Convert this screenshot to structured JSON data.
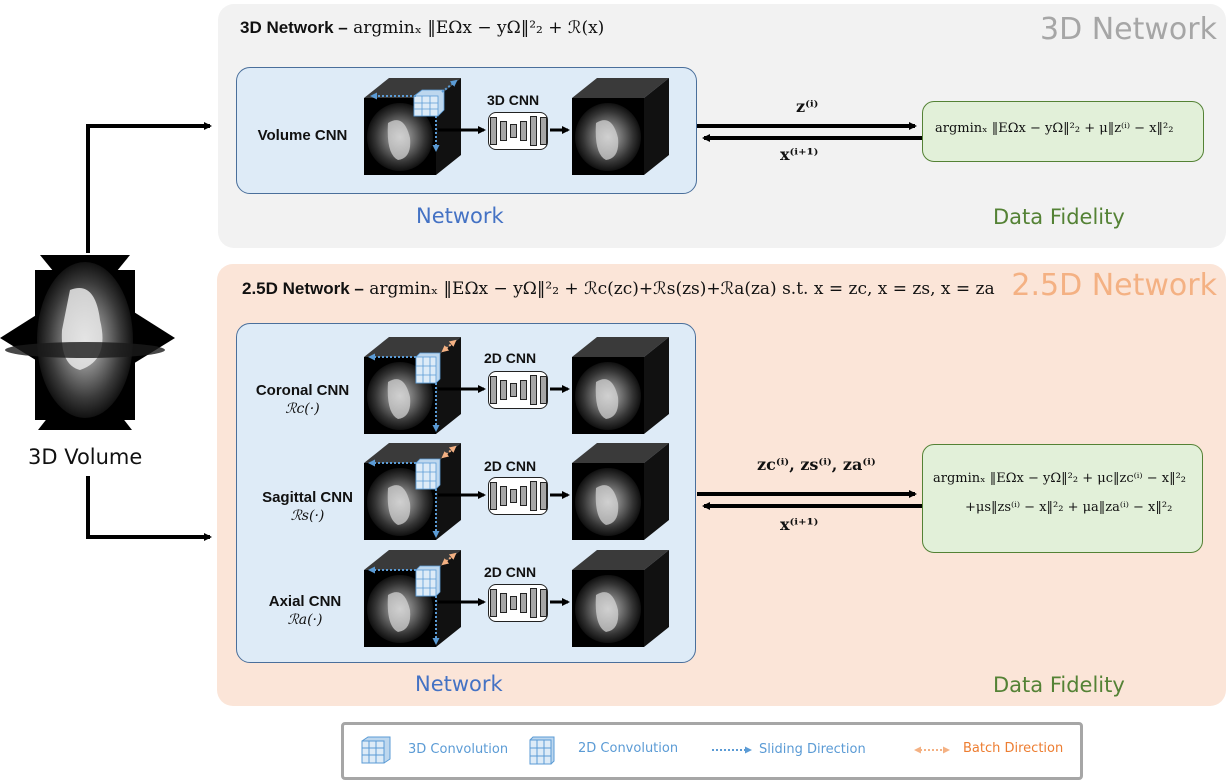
{
  "colors": {
    "panel_3d_bg": "#f2f2f2",
    "panel_25d_bg": "#fbe5d8",
    "network_box_bg": "#deebf7",
    "fidelity_box_bg": "#e2f0d9",
    "network_label": "#4472c4",
    "fidelity_label": "#548235",
    "title_3d": "#a6a6a6",
    "title_25d": "#f4b183",
    "sliding_arrow": "#5b9bd5",
    "batch_arrow": "#f4b183"
  },
  "input": {
    "label": "3D Volume"
  },
  "panel_3d": {
    "corner_title": "3D Network",
    "header_label": "3D Network –",
    "header_formula": "argminₓ ‖EΩx − yΩ‖²₂ + ℛ(x)",
    "network": {
      "label": "Network",
      "rows": [
        {
          "name": "Volume CNN",
          "operator": "",
          "cnn_tag": "3D CNN"
        }
      ]
    },
    "forward_label": "z⁽ⁱ⁾",
    "backward_label": "x⁽ⁱ⁺¹⁾",
    "fidelity": {
      "label": "Data Fidelity",
      "formula": "argminₓ ‖EΩx − yΩ‖²₂ + μ‖z⁽ⁱ⁾ − x‖²₂"
    }
  },
  "panel_25d": {
    "corner_title": "2.5D Network",
    "header_label": "2.5D Network –",
    "header_formula": "argminₓ ‖EΩx − yΩ‖²₂ + ℛc(zc)+ℛs(zs)+ℛa(za)  s.t. x = zc, x = zs, x = za",
    "network": {
      "label": "Network",
      "rows": [
        {
          "name": "Coronal CNN",
          "operator": "ℛc(·)",
          "cnn_tag": "2D CNN"
        },
        {
          "name": "Sagittal CNN",
          "operator": "ℛs(·)",
          "cnn_tag": "2D CNN"
        },
        {
          "name": "Axial CNN",
          "operator": "ℛa(·)",
          "cnn_tag": "2D CNN"
        }
      ]
    },
    "forward_label": "zc⁽ⁱ⁾, zs⁽ⁱ⁾, za⁽ⁱ⁾",
    "backward_label": "x⁽ⁱ⁺¹⁾",
    "fidelity": {
      "label": "Data Fidelity",
      "formula_line1": "argminₓ ‖EΩx − yΩ‖²₂ + μc‖zc⁽ⁱ⁾ − x‖²₂",
      "formula_line2": "+μs‖zs⁽ⁱ⁾ − x‖²₂ + μa‖za⁽ⁱ⁾ − x‖²₂"
    }
  },
  "legend": {
    "items": [
      {
        "icon": "3d-convolution-cube-icon",
        "label": "3D Convolution",
        "color": "#5b9bd5"
      },
      {
        "icon": "2d-convolution-grid-icon",
        "label": "2D Convolution",
        "color": "#5b9bd5"
      },
      {
        "icon": "dotted-arrow-icon",
        "label": "Sliding Direction",
        "color": "#5b9bd5"
      },
      {
        "icon": "dotted-double-arrow-icon",
        "label": "Batch Direction",
        "color": "#ed7d31"
      }
    ]
  }
}
